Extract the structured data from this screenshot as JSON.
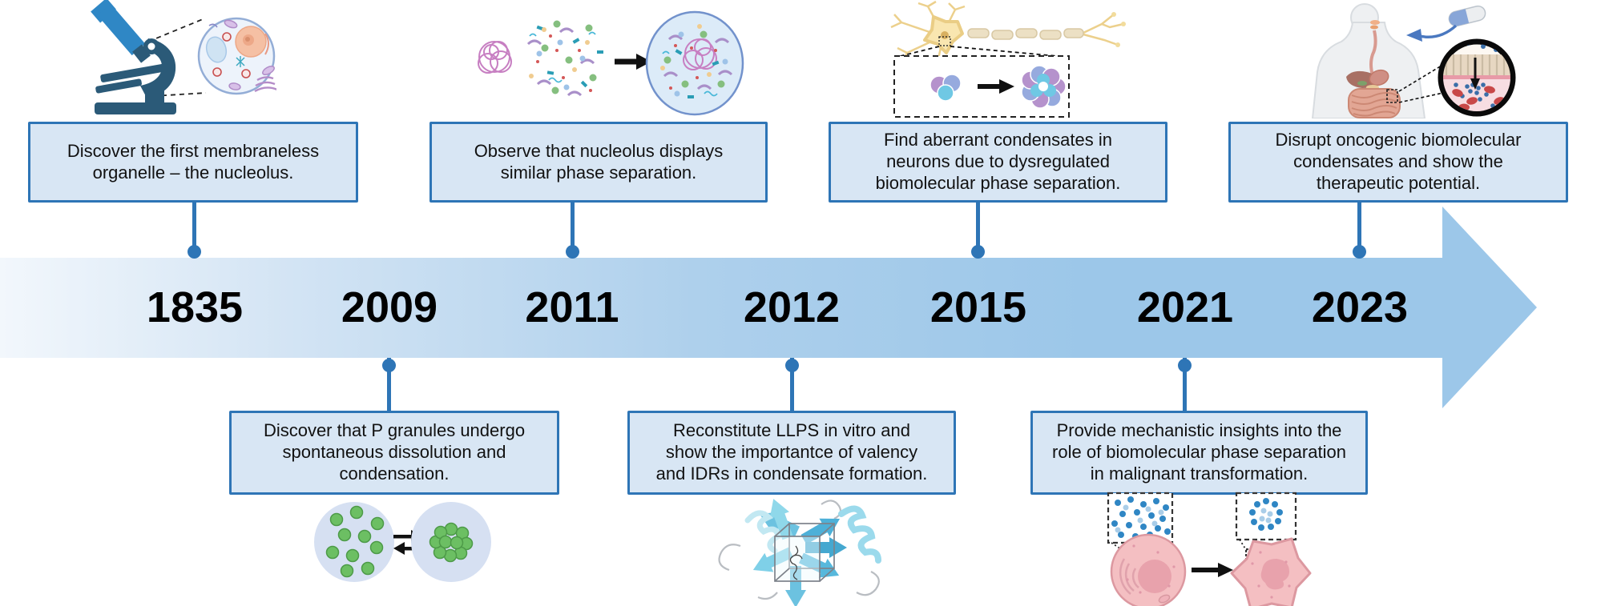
{
  "timeline": {
    "events": [
      {
        "year": "1835",
        "position": "above",
        "text": "Discover the first membraneless\norganelle – the nucleolus.",
        "illustration": "microscope-with-cell-magnified"
      },
      {
        "year": "2009",
        "position": "below",
        "text": "Discover that P granules undergo\nspontaneous dissolution and\ncondensation.",
        "illustration": "p-granules-dissolution-condensation-equilibrium"
      },
      {
        "year": "2011",
        "position": "above",
        "text": "Observe that nucleolus displays\nsimilar phase separation.",
        "illustration": "dispersed-molecules-to-nucleolus-condensate"
      },
      {
        "year": "2012",
        "position": "below",
        "text": "Reconstitute LLPS in vitro and\nshow the importantce of valency\nand IDRs in condensate formation.",
        "illustration": "multivalent-protein-structure-with-idr"
      },
      {
        "year": "2015",
        "position": "above",
        "text": "Find aberrant condensates in\nneurons due to dysregulated\nbiomolecular phase separation.",
        "illustration": "neuron-with-aberrant-aggregates"
      },
      {
        "year": "2021",
        "position": "below",
        "text": "Provide mechanistic insights into the\nrole of biomolecular phase separation\nin malignant transformation.",
        "illustration": "normal-cell-to-malignant-cell-condensates"
      },
      {
        "year": "2023",
        "position": "above",
        "text": "Disrupt oncogenic biomolecular\ncondensates and show the\ntherapeutic potential.",
        "illustration": "oral-drug-to-absorption-magnified"
      }
    ],
    "colors": {
      "box_fill": "#d8e6f4",
      "box_border": "#2e75b6",
      "connector": "#2e75b6",
      "band_start": "#f2f7fc",
      "band_end": "#9cc7e9",
      "arrowhead": "#9cc7e9",
      "year_text": "#000000"
    }
  }
}
